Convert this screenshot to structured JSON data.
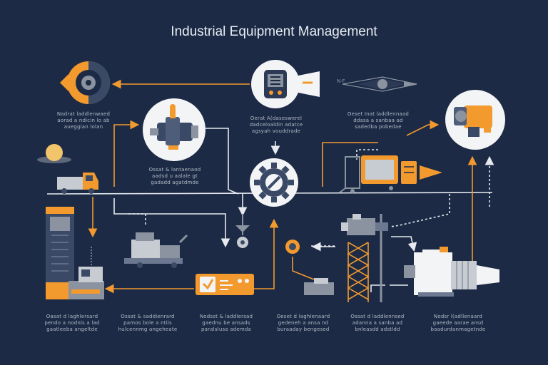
{
  "title": "Industrial Equipment Management",
  "colors": {
    "background": "#1c2a45",
    "accent_orange": "#f29a2e",
    "line_white": "#e6e9ee",
    "icon_grey": "#8a939f",
    "circle_fill": "#f3f4f6"
  },
  "captions": {
    "top_left": [
      "Nadrat laddlenwaed",
      "aorad a ndicin lo ab",
      "aueggian lolan"
    ],
    "top_center": [
      "Oerat A(daseswerel",
      "dadceloaldin adatce",
      "agsyah vouddrade"
    ],
    "top_right": [
      "Oeset Inat laddlennaad",
      "ddasa a sanbaa ad",
      "sadedba pobedae"
    ],
    "mid_left": [
      "Ossat & lantaenaod",
      "aadsd u aalale gt",
      "gadadd agatdmde"
    ],
    "bottom_1": [
      "Oasat d laghlersard",
      "pendo a nodnis a lad",
      "gaatleeba angeltde"
    ],
    "bottom_2": [
      "Ossat & saddienrard",
      "pamos bole a ntiis",
      "hulcennmg angeheate"
    ],
    "bottom_3": [
      "Nodsst & laddlersad",
      "gaednu be ansads",
      "paralslusa ademda"
    ],
    "bottom_4": [
      "Oeset d laghlenaard",
      "gedeneh a ansa nd",
      "buraaday bengesed"
    ],
    "bottom_5": [
      "Ossat d laddlennsed",
      "adanna a sanba ad",
      "bnleasdd adstldd"
    ],
    "bottom_6": [
      "Nodsr l(adllenaard",
      "gaeede aarae ansd",
      "baadurdanmagetnde"
    ]
  },
  "icons": [
    "target-icon",
    "hvac-controller-icon",
    "satellite-icon",
    "spindle-motor-icon",
    "camera-projector-icon",
    "sun-icon",
    "delivery-truck-icon",
    "gear-wrench-icon",
    "monitor-machine-icon",
    "server-rack-icon",
    "pump-unit-icon",
    "valve-icon",
    "control-panel-icon",
    "crane-tower-icon",
    "industrial-motor-icon",
    "utility-truck-icon"
  ]
}
